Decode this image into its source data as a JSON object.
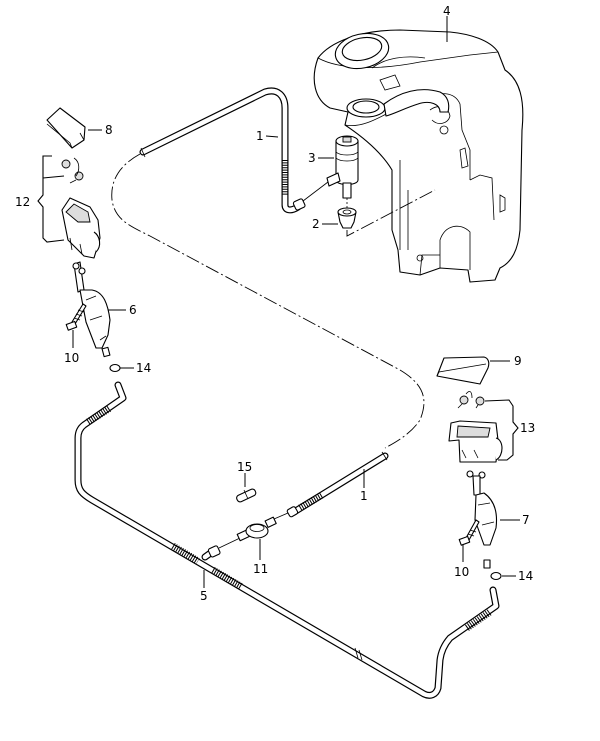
{
  "diagram": {
    "title": "Headlight washer system - exploded parts view",
    "callouts": [
      {
        "id": "c1a",
        "label": "1",
        "part": "hose (upper, pump to left)"
      },
      {
        "id": "c1b",
        "label": "1",
        "part": "hose (to T-piece)"
      },
      {
        "id": "c2",
        "label": "2",
        "part": "grommet"
      },
      {
        "id": "c3",
        "label": "3",
        "part": "washer pump"
      },
      {
        "id": "c4",
        "label": "4",
        "part": "washer fluid reservoir"
      },
      {
        "id": "c5",
        "label": "5",
        "part": "hose (lower, distribution)"
      },
      {
        "id": "c6",
        "label": "6",
        "part": "telescopic nozzle left"
      },
      {
        "id": "c7",
        "label": "7",
        "part": "telescopic nozzle right"
      },
      {
        "id": "c8",
        "label": "8",
        "part": "cover cap left"
      },
      {
        "id": "c9",
        "label": "9",
        "part": "cover cap right"
      },
      {
        "id": "c10a",
        "label": "10",
        "part": "bolt left"
      },
      {
        "id": "c10b",
        "label": "10",
        "part": "bolt right"
      },
      {
        "id": "c11",
        "label": "11",
        "part": "T-piece / non-return valve"
      },
      {
        "id": "c12",
        "label": "12",
        "part": "nozzle housing set left"
      },
      {
        "id": "c13",
        "label": "13",
        "part": "nozzle housing set right"
      },
      {
        "id": "c14a",
        "label": "14",
        "part": "O-ring left"
      },
      {
        "id": "c14b",
        "label": "14",
        "part": "O-ring right"
      },
      {
        "id": "c15",
        "label": "15",
        "part": "connector"
      }
    ]
  }
}
